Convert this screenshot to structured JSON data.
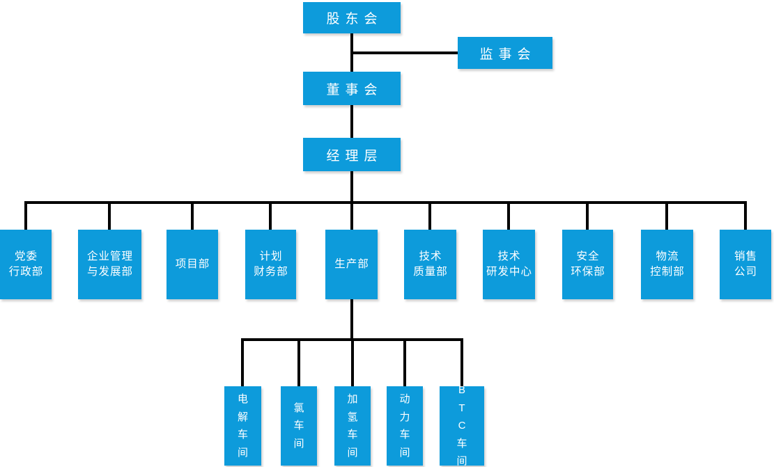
{
  "diagram": {
    "type": "org-chart",
    "colors": {
      "box": "#0d9bdb",
      "line": "#000000",
      "text": "#ffffff",
      "background": "#ffffff"
    },
    "top_nodes": [
      {
        "id": "shareholders-meeting",
        "label": "股东会"
      },
      {
        "id": "supervisory-board",
        "label": "监事会"
      },
      {
        "id": "board-of-directors",
        "label": "董事会"
      },
      {
        "id": "management-level",
        "label": "经理层"
      }
    ],
    "departments": [
      {
        "id": "party-admin-dept",
        "label": "党委\n行政部"
      },
      {
        "id": "enterprise-mgmt-dev-dept",
        "label": "企业管理\n与发展部"
      },
      {
        "id": "project-dept",
        "label": "项目部"
      },
      {
        "id": "planning-finance-dept",
        "label": "计划\n财务部"
      },
      {
        "id": "production-dept",
        "label": "生产部"
      },
      {
        "id": "tech-quality-dept",
        "label": "技术\n质量部"
      },
      {
        "id": "tech-rd-center",
        "label": "技术\n研发中心"
      },
      {
        "id": "safety-env-dept",
        "label": "安全\n环保部"
      },
      {
        "id": "logistics-control-dept",
        "label": "物流\n控制部"
      },
      {
        "id": "sales-company",
        "label": "销售\n公司"
      }
    ],
    "workshops": [
      {
        "id": "electrolysis-workshop",
        "label": "电\n解\n车\n间"
      },
      {
        "id": "chlorine-workshop",
        "label": "氯\n车\n间"
      },
      {
        "id": "hydrogenation-workshop",
        "label": "加\n氢\n车\n间"
      },
      {
        "id": "power-workshop",
        "label": "动\n力\n车\n间"
      },
      {
        "id": "btc-workshop",
        "label": "B\nT\nC\n车\n间"
      }
    ],
    "edges": [
      [
        "shareholders-meeting",
        "supervisory-board"
      ],
      [
        "shareholders-meeting",
        "board-of-directors"
      ],
      [
        "board-of-directors",
        "management-level"
      ],
      [
        "management-level",
        "party-admin-dept"
      ],
      [
        "management-level",
        "enterprise-mgmt-dev-dept"
      ],
      [
        "management-level",
        "project-dept"
      ],
      [
        "management-level",
        "planning-finance-dept"
      ],
      [
        "management-level",
        "production-dept"
      ],
      [
        "management-level",
        "tech-quality-dept"
      ],
      [
        "management-level",
        "tech-rd-center"
      ],
      [
        "management-level",
        "safety-env-dept"
      ],
      [
        "management-level",
        "logistics-control-dept"
      ],
      [
        "management-level",
        "sales-company"
      ],
      [
        "production-dept",
        "electrolysis-workshop"
      ],
      [
        "production-dept",
        "chlorine-workshop"
      ],
      [
        "production-dept",
        "hydrogenation-workshop"
      ],
      [
        "production-dept",
        "power-workshop"
      ],
      [
        "production-dept",
        "btc-workshop"
      ]
    ]
  }
}
